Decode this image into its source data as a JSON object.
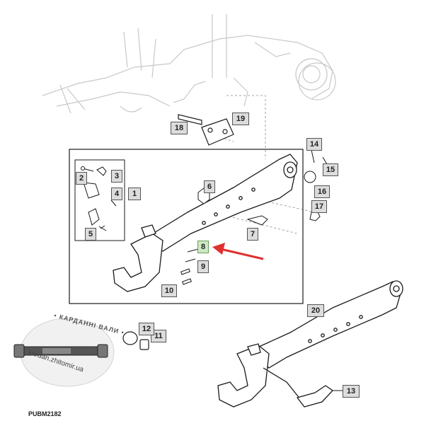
{
  "diagram": {
    "footer_code": "PUBM2182",
    "callouts": [
      {
        "id": "c1",
        "label": "1"
      },
      {
        "id": "c2",
        "label": "2"
      },
      {
        "id": "c3",
        "label": "3"
      },
      {
        "id": "c4",
        "label": "4"
      },
      {
        "id": "c5",
        "label": "5"
      },
      {
        "id": "c6",
        "label": "6"
      },
      {
        "id": "c7",
        "label": "7"
      },
      {
        "id": "c8",
        "label": "8",
        "highlighted": true
      },
      {
        "id": "c9",
        "label": "9"
      },
      {
        "id": "c10",
        "label": "10"
      },
      {
        "id": "c11",
        "label": "11"
      },
      {
        "id": "c12",
        "label": "12"
      },
      {
        "id": "c13",
        "label": "13"
      },
      {
        "id": "c14",
        "label": "14"
      },
      {
        "id": "c15",
        "label": "15"
      },
      {
        "id": "c16",
        "label": "16"
      },
      {
        "id": "c17",
        "label": "17"
      },
      {
        "id": "c18",
        "label": "18"
      },
      {
        "id": "c19",
        "label": "19"
      },
      {
        "id": "c20",
        "label": "20"
      }
    ],
    "watermark": {
      "top_text": "• КАРДАННІ ВАЛИ •",
      "bottom_text": "kardan.zhitomir.ua"
    },
    "colors": {
      "line": "#1a1a1a",
      "ghost_line": "#c8c8c8",
      "callout_bg": "#dcdcdc",
      "highlight_bg": "#cfe8c4",
      "arrow": "#e03030"
    }
  }
}
